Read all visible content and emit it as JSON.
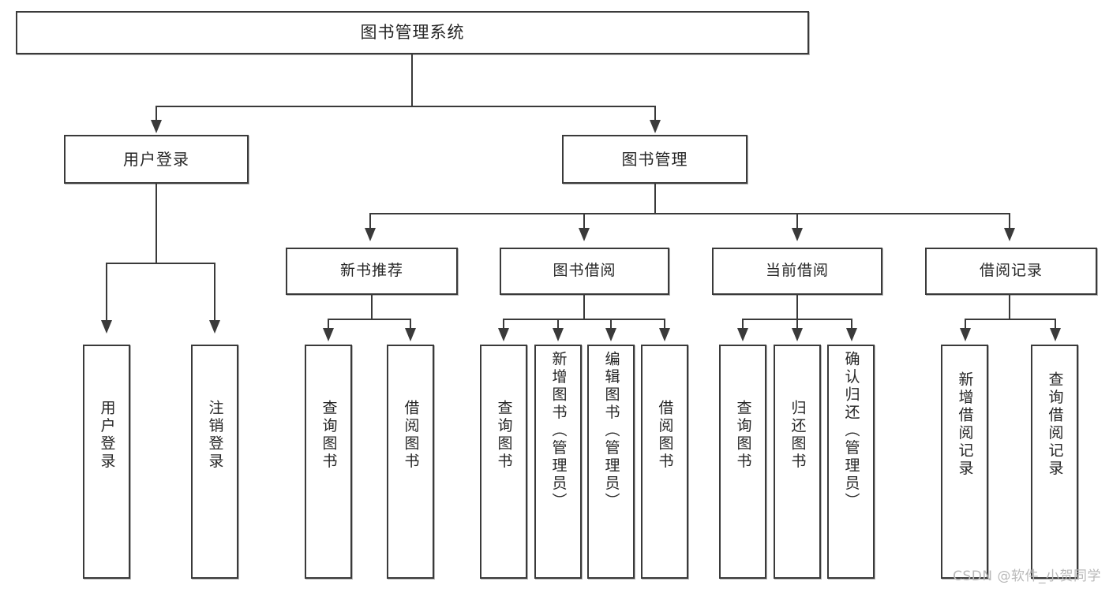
{
  "diagram": {
    "type": "tree-hierarchy",
    "title": "图书管理系统",
    "watermark": "CSDN @软件_小贺同学",
    "colors": {
      "box_border": "#3a3a3a",
      "box_fill": "#ffffff",
      "connector": "#3a3a3a",
      "text": "#262626",
      "watermark": "#b9b9b9"
    },
    "root": {
      "label": "图书管理系统"
    },
    "level2": [
      {
        "id": "user-login",
        "label": "用户登录"
      },
      {
        "id": "book-management",
        "label": "图书管理"
      }
    ],
    "level3": [
      {
        "id": "new-book-recommend",
        "label": "新书推荐"
      },
      {
        "id": "book-borrow",
        "label": "图书借阅"
      },
      {
        "id": "current-borrow",
        "label": "当前借阅"
      },
      {
        "id": "borrow-record",
        "label": "借阅记录"
      }
    ],
    "leaves": {
      "user_login": [
        {
          "id": "leaf-user-login",
          "label": "用户登录"
        },
        {
          "id": "leaf-logout-login",
          "label": "注销登录"
        }
      ],
      "new_book_recommend": [
        {
          "id": "leaf-query-book-1",
          "label": "查询图书"
        },
        {
          "id": "leaf-borrow-book-1",
          "label": "借阅图书"
        }
      ],
      "book_borrow": [
        {
          "id": "leaf-query-book-2",
          "label": "查询图书"
        },
        {
          "id": "leaf-add-book-admin",
          "label": "新增图书（管理员）"
        },
        {
          "id": "leaf-edit-book-admin",
          "label": "编辑图书（管理员）"
        },
        {
          "id": "leaf-borrow-book-2",
          "label": "借阅图书"
        }
      ],
      "current_borrow": [
        {
          "id": "leaf-query-book-3",
          "label": "查询图书"
        },
        {
          "id": "leaf-return-book",
          "label": "归还图书"
        },
        {
          "id": "leaf-confirm-return-admin",
          "label": "确认归还（管理员）"
        }
      ],
      "borrow_record": [
        {
          "id": "leaf-add-borrow-record",
          "label": "新增借阅记录"
        },
        {
          "id": "leaf-query-borrow-record",
          "label": "查询借阅记录"
        }
      ]
    }
  }
}
